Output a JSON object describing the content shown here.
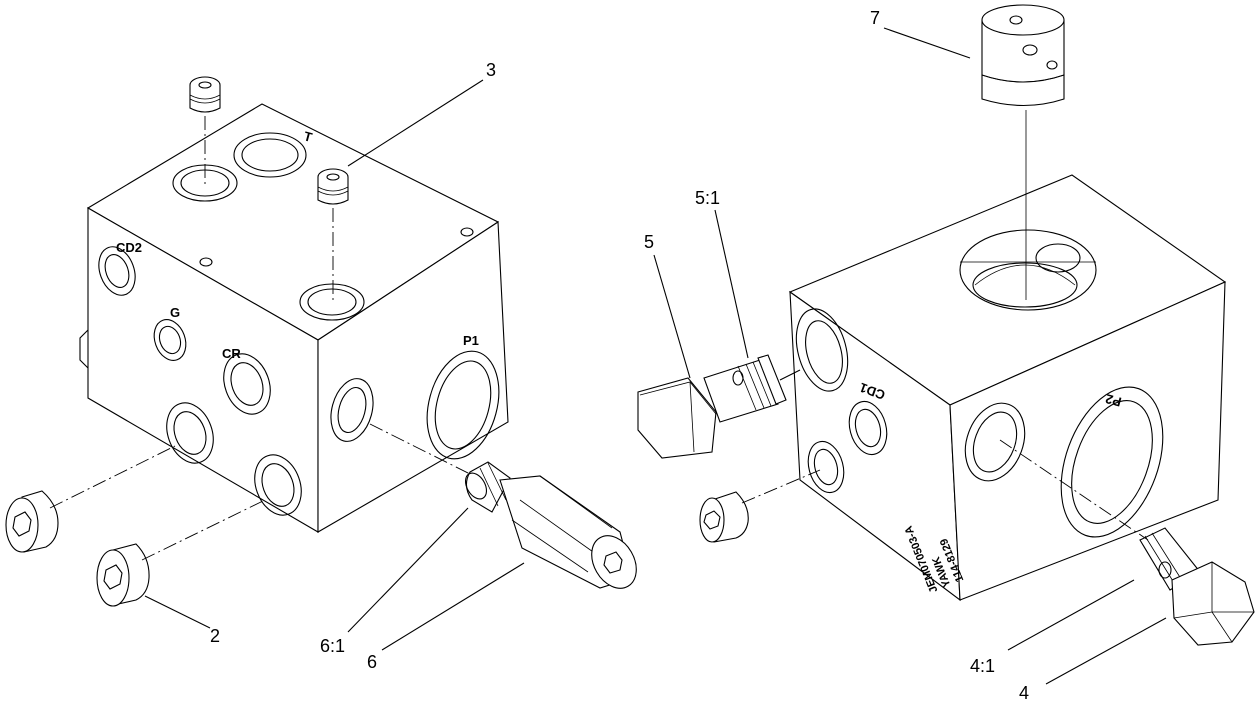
{
  "callouts": {
    "c2": "2",
    "c3": "3",
    "c4": "4",
    "c4_1": "4:1",
    "c5": "5",
    "c5_1": "5:1",
    "c6": "6",
    "c6_1": "6:1",
    "c7": "7"
  },
  "ports": {
    "t": "T",
    "cd2": "CD2",
    "g": "G",
    "cr": "CR",
    "p1": "P1",
    "cd1": "CD1",
    "p2": "P2"
  },
  "markings": {
    "line1": "JEM070503-A",
    "line2": "YAWK",
    "line3": "114-8129"
  },
  "colors": {
    "line": "#000000",
    "background": "#ffffff"
  }
}
